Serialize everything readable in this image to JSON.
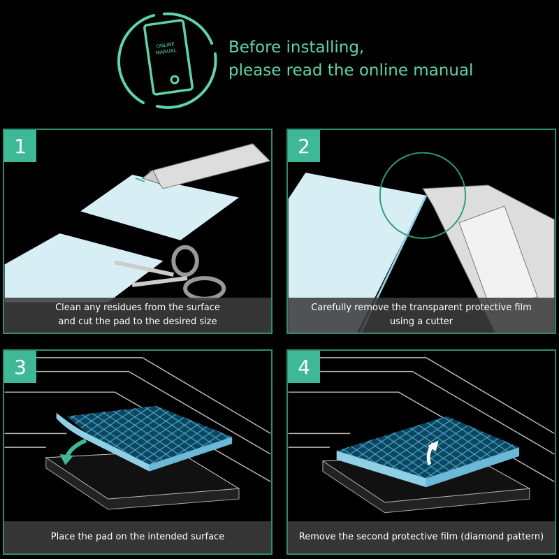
{
  "header": {
    "icon_text": [
      "ONLINE",
      "MANUAL"
    ],
    "title_line1": "Before installing,",
    "title_line2": "please read the online manual"
  },
  "steps": [
    {
      "number": "1",
      "caption_line1": "Clean any residues from the surface",
      "caption_line2": "and cut the pad to the desired size"
    },
    {
      "number": "2",
      "caption_line1": "Carefully remove the transparent protective film",
      "caption_line2": "using a cutter"
    },
    {
      "number": "3",
      "caption_line1": "Place the pad on the intended surface"
    },
    {
      "number": "4",
      "caption_line1": "Remove the second protective film (diamond pattern)"
    }
  ],
  "colors": {
    "accent": "#5fd4a9",
    "badge": "#3eb897",
    "pad": "#d8eef5",
    "film": "#8fd0e6"
  }
}
